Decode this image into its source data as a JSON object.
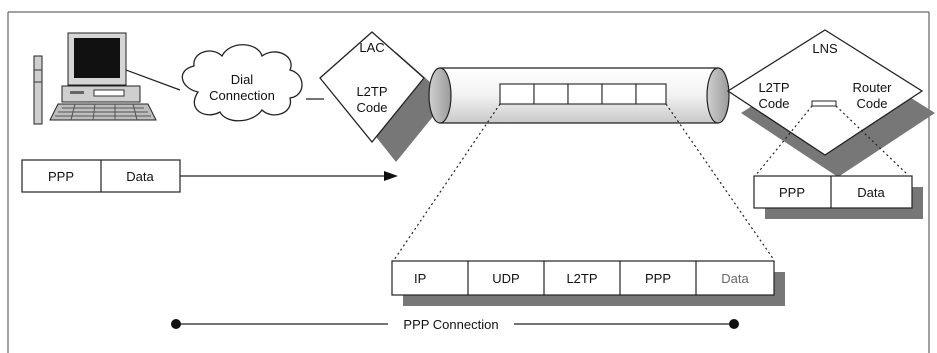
{
  "cloud": {
    "line1": "Dial",
    "line2": "Connection"
  },
  "lac": {
    "title": "LAC",
    "line1": "L2TP",
    "line2": "Code"
  },
  "lns": {
    "title": "LNS",
    "left_line1": "L2TP",
    "left_line2": "Code",
    "right_line1": "Router",
    "right_line2": "Code"
  },
  "client_packet": [
    "PPP",
    "Data"
  ],
  "lns_packet": [
    "PPP",
    "Data"
  ],
  "encapsulated_packet": [
    "IP",
    "UDP",
    "L2TP",
    "PPP",
    "Data"
  ],
  "connection_label": "PPP Connection"
}
